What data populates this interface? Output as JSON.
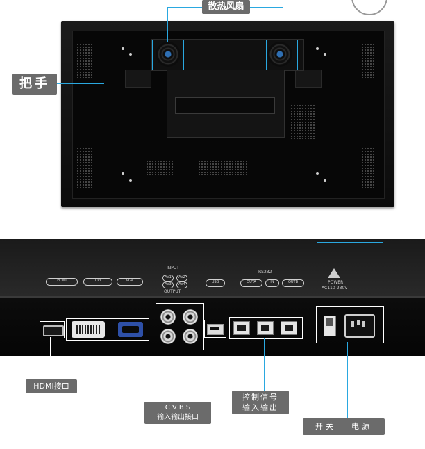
{
  "top_photo": {
    "fan_label": "散热风扇",
    "handle_label": "把手"
  },
  "bottom_photo": {
    "panel_text": {
      "input": "INPUT",
      "output": "OUTPUT",
      "control": "RS232",
      "hdmi": "HDMI",
      "dvi": "DVI",
      "vga": "VGA",
      "usb": "USB",
      "out_a": "OUTA",
      "in": "IN",
      "out_b": "OUTB",
      "av1": "AV1",
      "av2": "AV2",
      "av3": "AV3",
      "av4": "AV4",
      "power": "POWER",
      "voltage": "AC110-230V"
    },
    "labels": {
      "hdmi_port": "HDMI接口",
      "cvbs_line1": "C V B S",
      "cvbs_line2": "输入输出接口",
      "control_line1": "控制信号",
      "control_line2": "输入输出",
      "switch": "开关",
      "power": "电源"
    }
  },
  "colors": {
    "callout_line": "#2aa8e0",
    "label_bg": "#6b6b6b",
    "panel_bg": "#0f0f0f"
  }
}
